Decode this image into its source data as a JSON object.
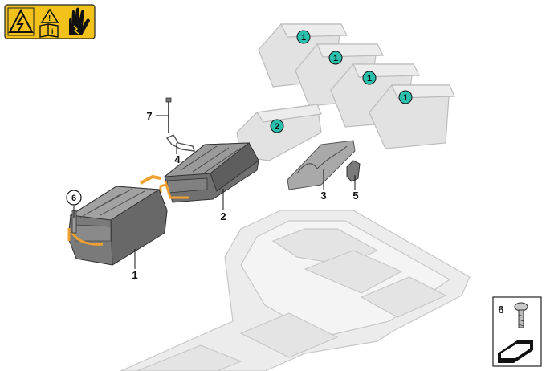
{
  "warning_icons": [
    "high-voltage-warning-icon",
    "read-manual-icon",
    "electrical-gloves-icon"
  ],
  "colors": {
    "warning_yellow": "#f2c21b",
    "teal_badge": "#2bbfae",
    "cable_orange": "#f0a030",
    "module_gray": "#8c8c8c",
    "ghost_gray": "#d8d8d8"
  },
  "callouts": {
    "c1": "1",
    "c2": "2",
    "c3": "3",
    "c4": "4",
    "c5": "5",
    "c6": "6",
    "c7": "7"
  },
  "badges": {
    "b1a": "1",
    "b1b": "1",
    "b1c": "1",
    "b1d": "1",
    "b2": "2"
  },
  "legend": {
    "part_number": "6"
  }
}
